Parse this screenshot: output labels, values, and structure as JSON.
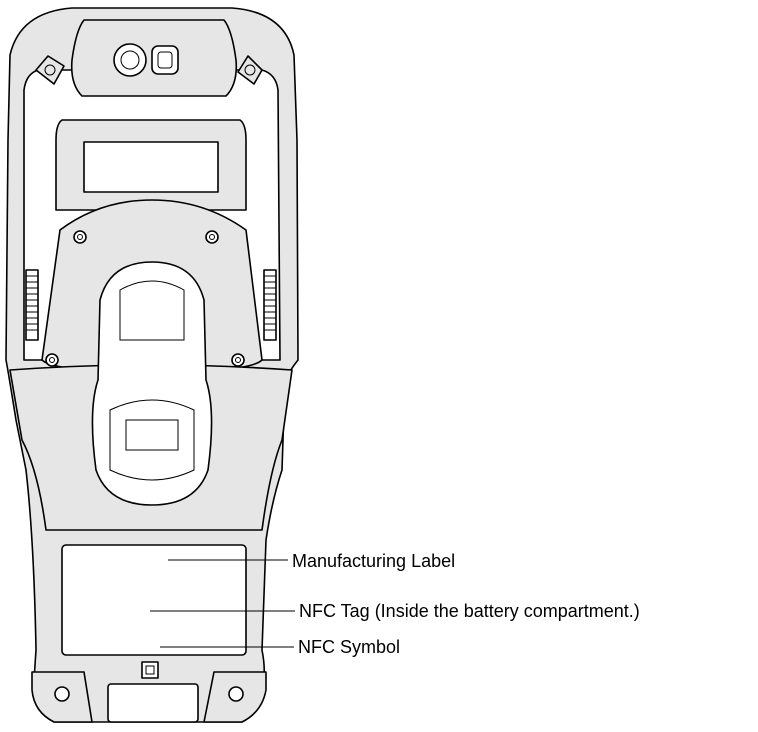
{
  "callouts": {
    "manufacturing_label": "Manufacturing Label",
    "nfc_tag": "NFC Tag (Inside the battery compartment.)",
    "nfc_symbol": "NFC Symbol"
  },
  "colors": {
    "line": "#000000",
    "body_fill": "#e6e6e6",
    "background": "#ffffff"
  }
}
